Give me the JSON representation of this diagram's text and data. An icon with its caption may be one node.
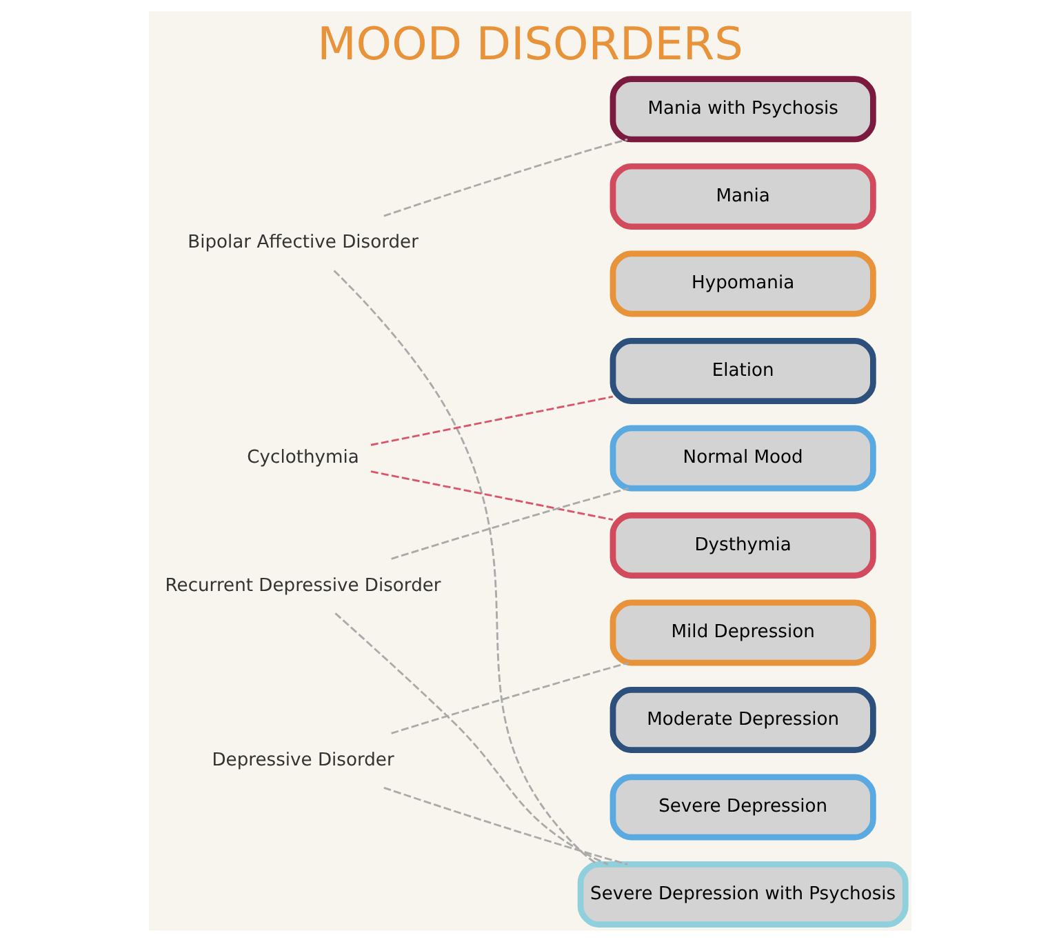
{
  "diagram": {
    "title": "MOOD DISORDERS",
    "nodes": [
      {
        "text": [
          "Mania with Psychosis"
        ]
      },
      {
        "text": [
          "Mania"
        ]
      },
      {
        "text": [
          "Hypomania"
        ]
      },
      {
        "text": [
          "Elation"
        ]
      },
      {
        "text": [
          "Normal Mood"
        ]
      },
      {
        "text": [
          "Dysthymia"
        ]
      },
      {
        "text": [
          "Mild Depression"
        ]
      },
      {
        "text": [
          "Moderate Depression"
        ]
      },
      {
        "text": [
          "Severe Depression"
        ]
      },
      {
        "text": [
          "Severe Depression with Psychosis"
        ]
      },
      {
        "text": [
          "Bipolar Affective Disorder"
        ]
      },
      {
        "text": [
          "Cyclothymia"
        ]
      },
      {
        "text": [
          "Recurrent Depressive Disorder"
        ]
      },
      {
        "text": [
          "Depressive Disorder"
        ]
      }
    ],
    "edges": [
      {
        "from": 10,
        "to": 0,
        "arrow": "none",
        "style": "dashed"
      },
      {
        "from": 10,
        "to": 9,
        "arrow": "none",
        "style": "dashed"
      },
      {
        "from": 11,
        "to": 3,
        "arrow": "none",
        "style": "dashed",
        "color": "#d9556a"
      },
      {
        "from": 11,
        "to": 5,
        "arrow": "none",
        "style": "dashed",
        "color": "#d9556a"
      },
      {
        "from": 12,
        "to": 4,
        "arrow": "none",
        "style": "dashed"
      },
      {
        "from": 12,
        "to": 9,
        "arrow": "none",
        "style": "dashed"
      },
      {
        "from": 13,
        "to": 6,
        "arrow": "none",
        "style": "dashed"
      },
      {
        "from": 13,
        "to": 9,
        "arrow": "none",
        "style": "dashed"
      }
    ]
  }
}
